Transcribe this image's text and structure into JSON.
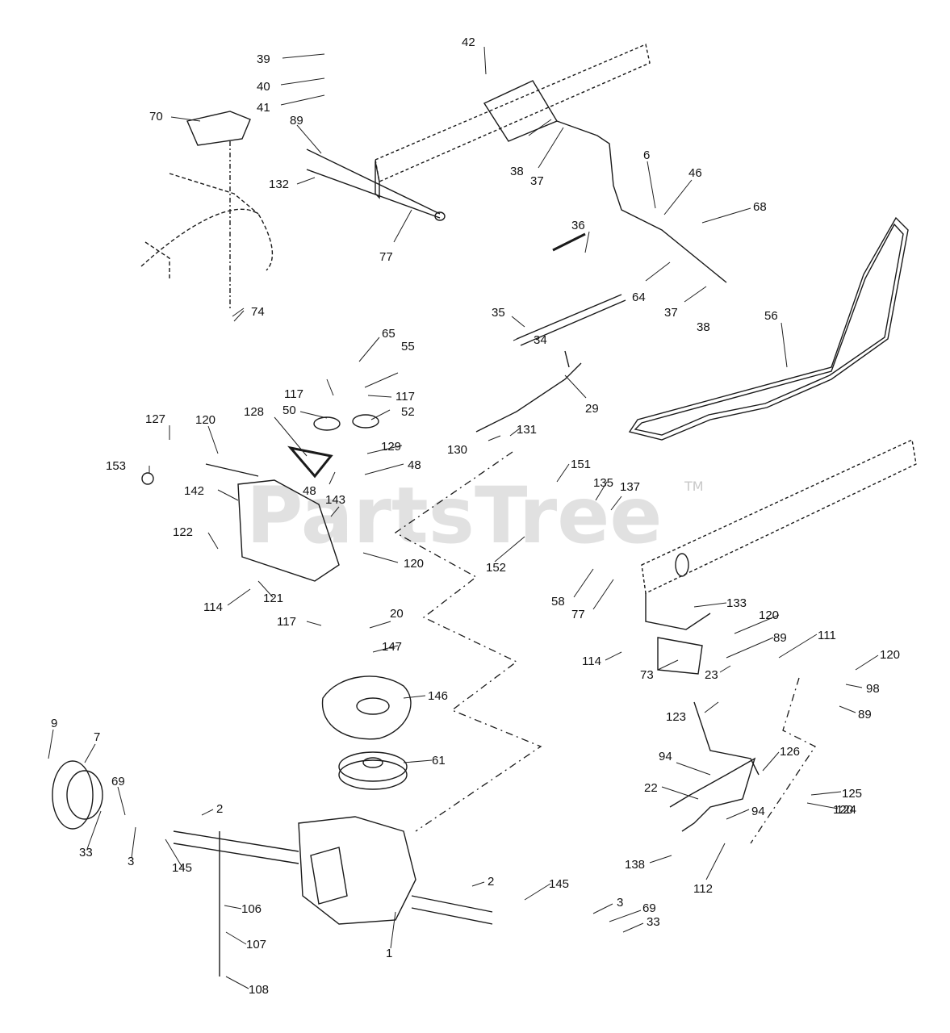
{
  "watermark": {
    "text": "PartsTree",
    "trademark": "TM"
  },
  "callouts": [
    "1",
    "2",
    "2",
    "3",
    "3",
    "6",
    "7",
    "9",
    "20",
    "22",
    "23",
    "29",
    "33",
    "33",
    "34",
    "35",
    "36",
    "37",
    "37",
    "38",
    "38",
    "39",
    "40",
    "41",
    "42",
    "46",
    "48",
    "48",
    "50",
    "52",
    "55",
    "56",
    "58",
    "61",
    "64",
    "65",
    "68",
    "69",
    "69",
    "70",
    "73",
    "74",
    "77",
    "77",
    "89",
    "89",
    "89",
    "94",
    "94",
    "98",
    "106",
    "107",
    "108",
    "111",
    "112",
    "114",
    "114",
    "117",
    "117",
    "117",
    "120",
    "120",
    "120",
    "120",
    "120",
    "121",
    "122",
    "123",
    "124",
    "125",
    "126",
    "127",
    "128",
    "129",
    "130",
    "131",
    "132",
    "133",
    "135",
    "137",
    "138",
    "142",
    "143",
    "145",
    "145",
    "146",
    "147",
    "151",
    "152",
    "153"
  ]
}
